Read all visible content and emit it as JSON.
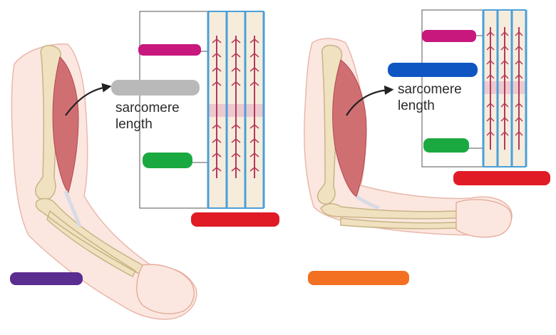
{
  "figure": {
    "left_panel": {
      "label_line1": "sarcomere",
      "label_line2": "length"
    },
    "right_panel": {
      "label_line1": "sarcomere",
      "label_line2": "length"
    }
  },
  "colors": {
    "bone": "#f0e2c0",
    "bone_outline": "#c9b386",
    "skin": "#fbe7df",
    "skin_outline": "#e9b8ab",
    "muscle": "#d06f72",
    "muscle_dark": "#b24852",
    "filament": "#b5385a",
    "z_line": "#4a9fd8",
    "sarcomere_bg": "#f6ecdc",
    "h_zone": "#ecc9cf",
    "mask_magenta": "#c8177d",
    "mask_gray": "#b9b9b9",
    "mask_green": "#1aa940",
    "mask_red": "#e01b26",
    "mask_purple": "#5a2d91",
    "mask_blue": "#0f56c2",
    "mask_orange": "#f36f21"
  },
  "icons": [
    "arrow-icon",
    "redaction-mark-icon"
  ]
}
